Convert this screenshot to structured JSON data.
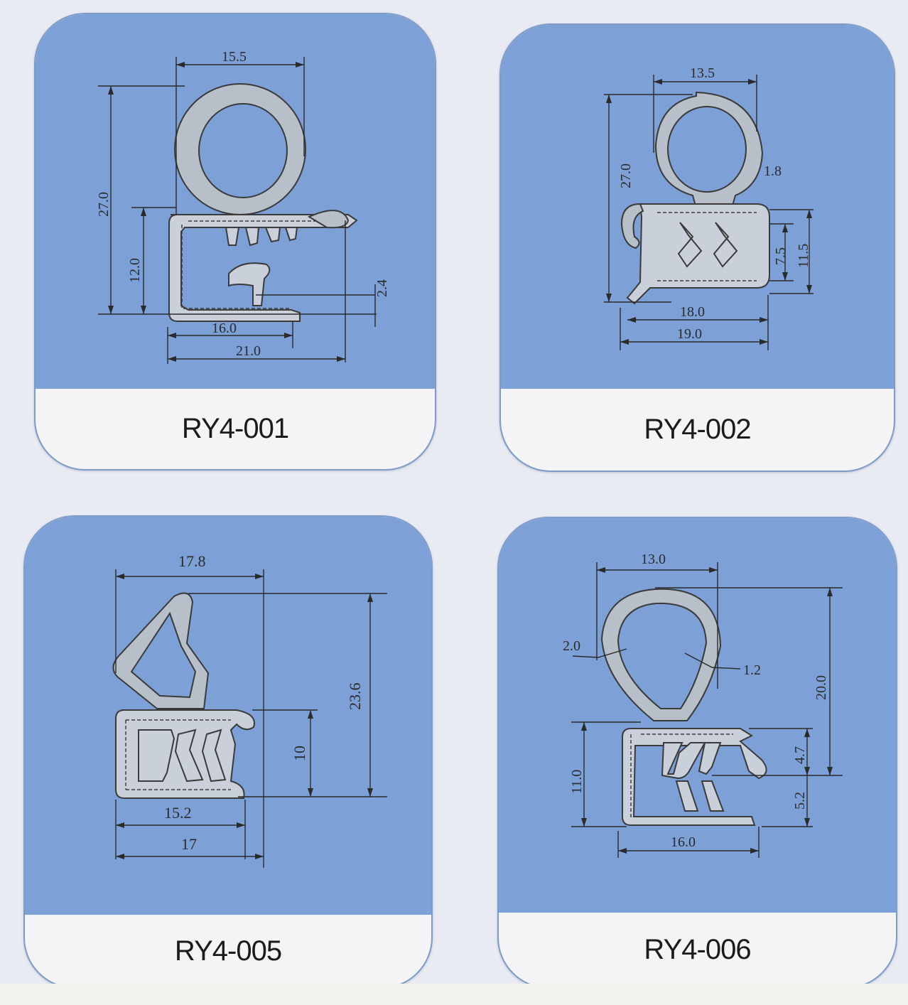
{
  "colors": {
    "panel_blue": "#7da1d6",
    "label_band": "#f4f4f6",
    "line": "#2a2a2a",
    "page_bg": "#e9ebf3"
  },
  "cards": [
    {
      "label": "RY4-001",
      "dimensions": {
        "top_width": "15.5",
        "total_height": "27.0",
        "lower_height": "12.0",
        "gap": "2.4",
        "inner_width": "16.0",
        "outer_width": "21.0"
      }
    },
    {
      "label": "RY4-002",
      "dimensions": {
        "top_width": "13.5",
        "total_height": "27.0",
        "wall": "1.8",
        "inner_height": "7.5",
        "lower_height": "11.5",
        "inner_width": "18.0",
        "outer_width": "19.0"
      }
    },
    {
      "label": "RY4-005",
      "dimensions": {
        "top_width": "17.8",
        "total_height": "23.6",
        "lower_height": "10",
        "inner_width": "15.2",
        "outer_width": "17"
      }
    },
    {
      "label": "RY4-006",
      "dimensions": {
        "top_width": "13.0",
        "wall_left": "2.0",
        "wall_right": "1.2",
        "total_height": "20.0",
        "lower_height": "11.0",
        "upper_gap": "4.7",
        "lower_gap": "5.2",
        "width": "16.0"
      }
    }
  ]
}
